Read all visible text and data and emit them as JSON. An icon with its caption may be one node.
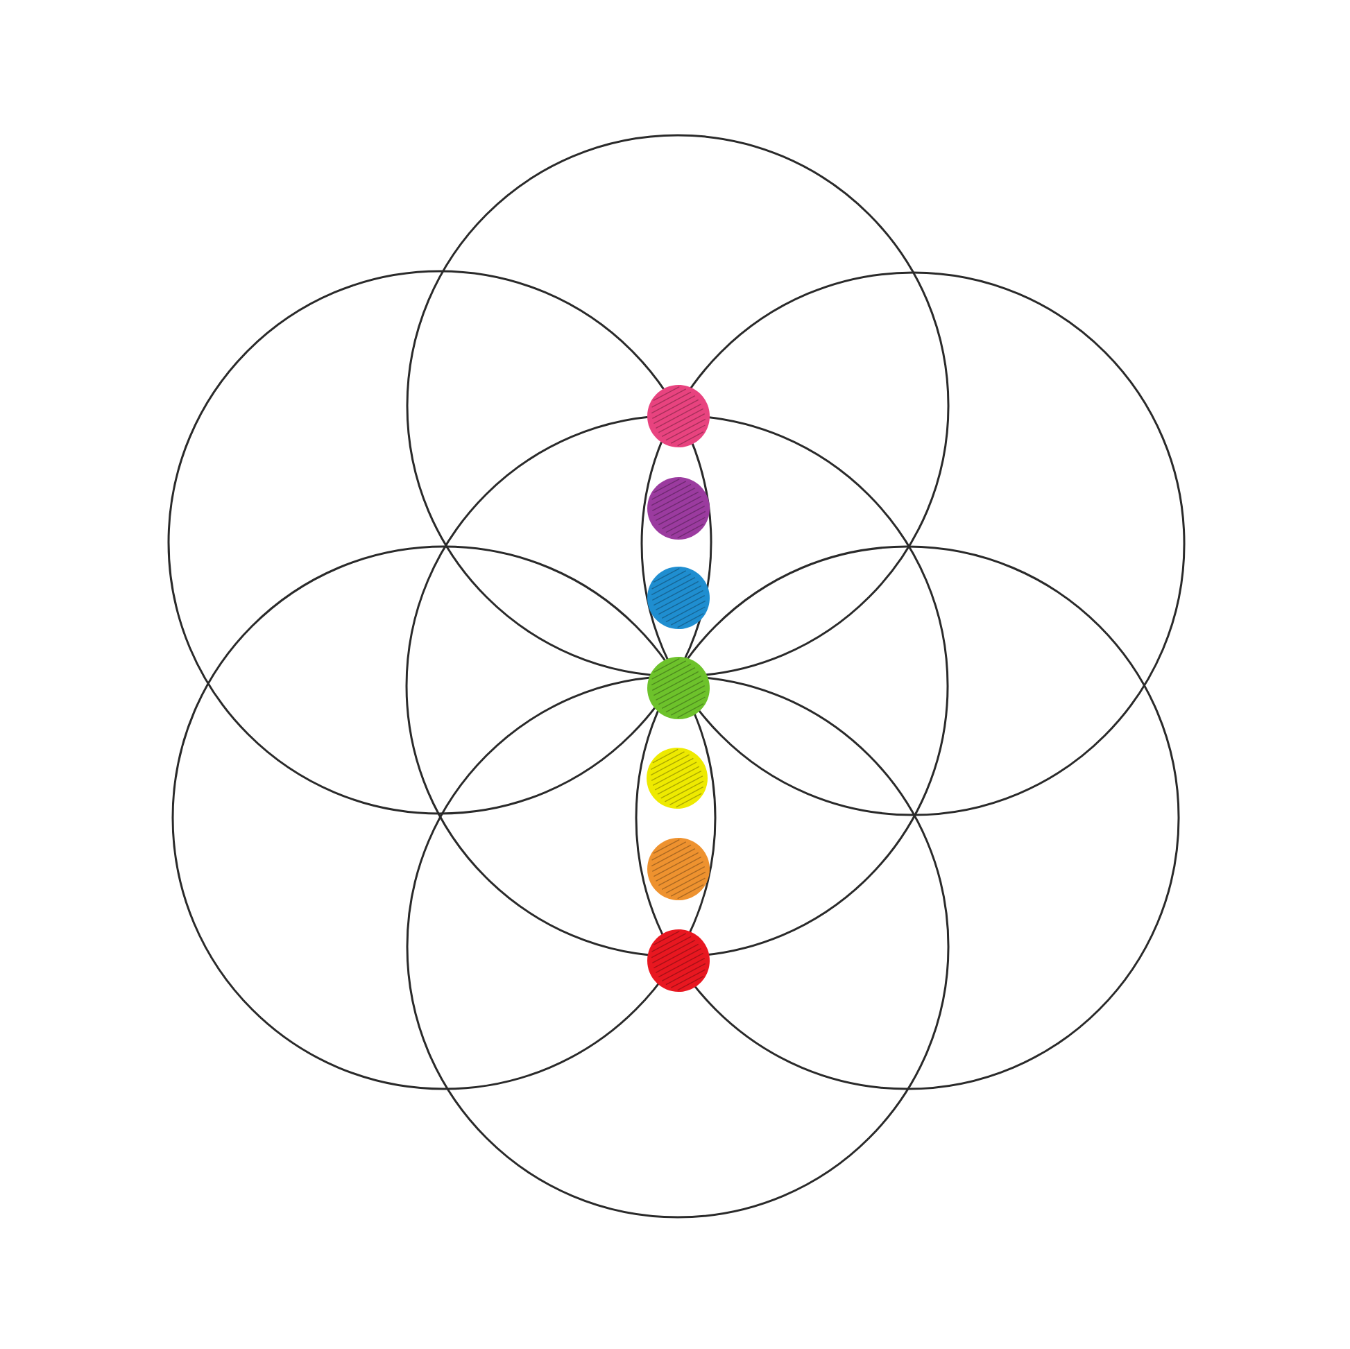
{
  "diagram": {
    "nodes": [
      {
        "text": [],
        "shape": "circle"
      },
      {
        "text": [],
        "shape": "circle"
      },
      {
        "text": [],
        "shape": "circle"
      },
      {
        "text": [],
        "shape": "circle"
      },
      {
        "text": [],
        "shape": "circle"
      },
      {
        "text": [],
        "shape": "circle"
      },
      {
        "text": [],
        "shape": "circle"
      },
      {
        "text": [],
        "shape": "circle"
      },
      {
        "text": [],
        "shape": "circle"
      },
      {
        "text": [],
        "shape": "circle"
      },
      {
        "text": [],
        "shape": "circle"
      },
      {
        "text": [],
        "shape": "circle"
      },
      {
        "text": [],
        "shape": "circle"
      },
      {
        "text": [],
        "shape": "circle"
      }
    ]
  }
}
